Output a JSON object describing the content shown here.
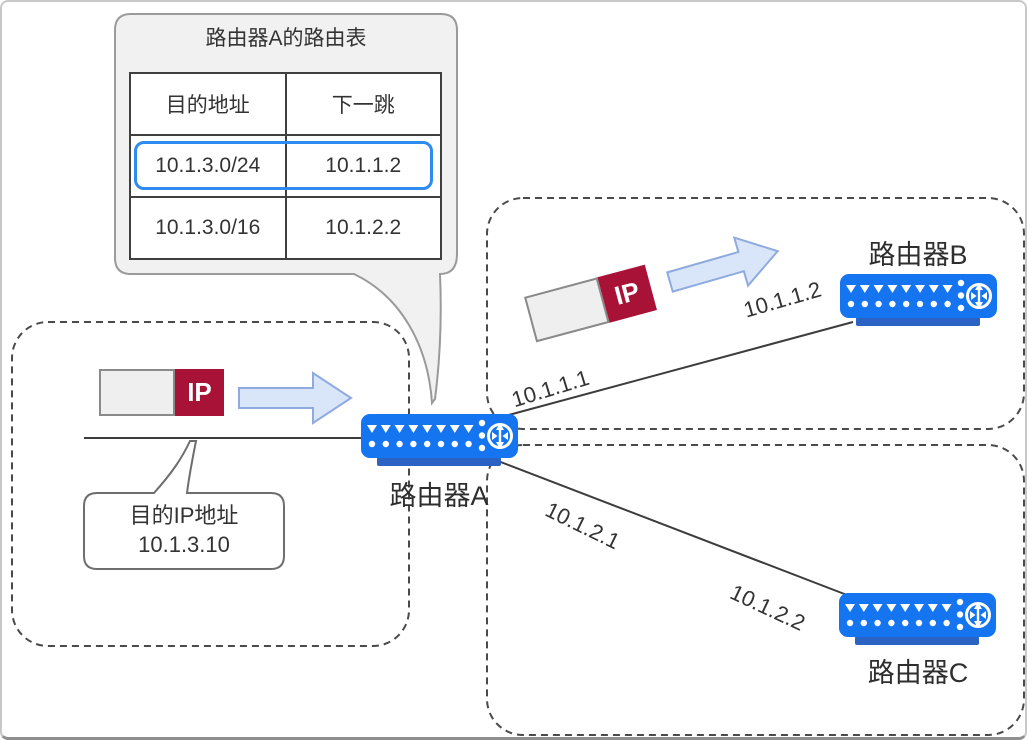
{
  "routing_table": {
    "title": "路由器A的路由表",
    "columns": [
      "目的地址",
      "下一跳"
    ],
    "rows": [
      {
        "destination": "10.1.3.0/24",
        "next_hop": "10.1.1.2",
        "highlighted": true
      },
      {
        "destination": "10.1.3.0/16",
        "next_hop": "10.1.2.2",
        "highlighted": false
      }
    ]
  },
  "dest_callout": {
    "line1": "目的IP地址",
    "line2": "10.1.3.10"
  },
  "routers": [
    {
      "id": "A",
      "label": "路由器A"
    },
    {
      "id": "B",
      "label": "路由器B"
    },
    {
      "id": "C",
      "label": "路由器C"
    }
  ],
  "links": [
    {
      "from": "A",
      "to": "B",
      "near_label": "10.1.1.1",
      "far_label": "10.1.1.2"
    },
    {
      "from": "A",
      "to": "C",
      "near_label": "10.1.2.1",
      "far_label": "10.1.2.2"
    }
  ],
  "packets": [
    {
      "label": "IP"
    },
    {
      "label": "IP"
    }
  ],
  "icons": {
    "router": "router-switch-icon",
    "packet": "ip-packet-icon",
    "arrow": "forward-arrow-icon"
  },
  "colors": {
    "router_blue": "#1574f0",
    "router_base_blue": "#2a63c4",
    "packet_red": "#a81237",
    "arrow_fill": "#d9e6f9",
    "arrow_stroke": "#8faadf",
    "highlight_blue": "#2e8bf0",
    "callout_fill": "#f1f1f1",
    "callout_stroke": "#9a9a9a"
  }
}
